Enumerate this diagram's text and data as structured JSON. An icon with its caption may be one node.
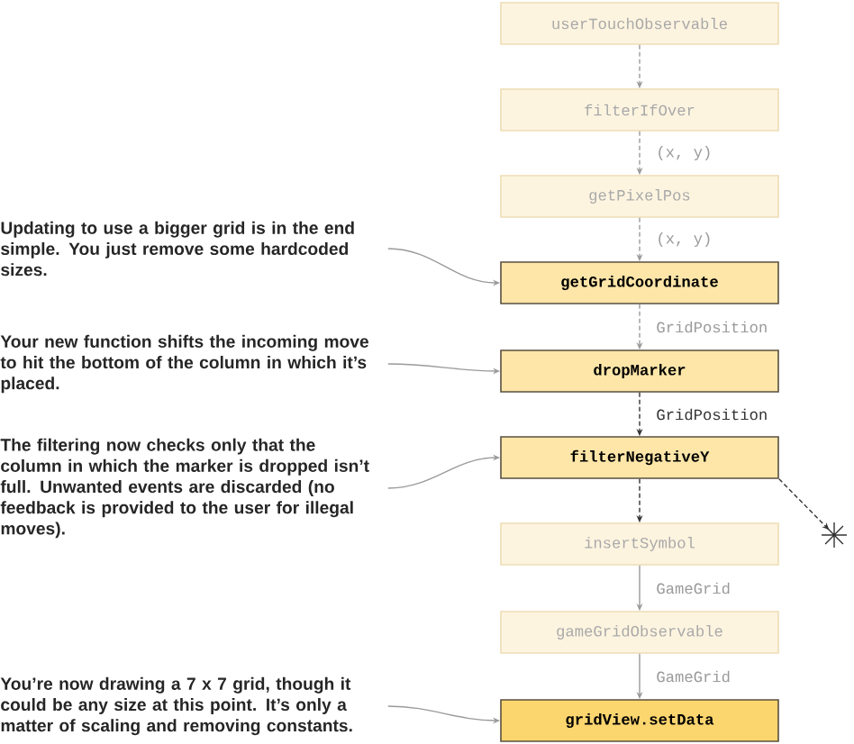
{
  "diagram": {
    "nodes": [
      {
        "text": [
          "userTouchObservable"
        ]
      },
      {
        "text": [
          "filterIfOver"
        ]
      },
      {
        "text": [
          "getPixelPos"
        ]
      },
      {
        "text": [
          "getGridCoordinate"
        ]
      },
      {
        "text": [
          "dropMarker"
        ]
      },
      {
        "text": [
          "filterNegativeY"
        ]
      },
      {
        "text": [
          "insertSymbol"
        ]
      },
      {
        "text": [
          "gameGridObservable"
        ]
      },
      {
        "text": [
          "gridView.setData"
        ]
      },
      {
        "text": [],
        "shape": "star"
      },
      {
        "text": [
          "Updating to use a bigger grid is in the end simple. You just remove some hardcoded sizes."
        ]
      },
      {
        "text": [
          "Your new function shifts the incoming move to hit the bottom of the column in which it’s placed."
        ]
      },
      {
        "text": [
          "The filtering now checks only that the column in which the marker is dropped isn’t full. Unwanted events are discarded (no feedback is provided to the user for illegal moves)."
        ]
      },
      {
        "text": [
          "You’re now drawing a 7 x 7 grid, though it could be any size at this point. It’s only a matter of scaling and removing constants."
        ]
      }
    ],
    "edges": [
      {
        "from": 0,
        "to": 1,
        "arrow": "to",
        "style": "dashed"
      },
      {
        "from": 1,
        "to": 2,
        "arrow": "to",
        "style": "dashed",
        "label": "(x, y)"
      },
      {
        "from": 2,
        "to": 3,
        "arrow": "to",
        "style": "dashed",
        "label": "(x, y)"
      },
      {
        "from": 3,
        "to": 4,
        "arrow": "to",
        "style": "dashed",
        "label": "GridPosition"
      },
      {
        "from": 4,
        "to": 5,
        "arrow": "to",
        "style": "dashed",
        "label": "GridPosition",
        "color": "#333333"
      },
      {
        "from": 5,
        "to": 6,
        "arrow": "to",
        "style": "dashed",
        "color": "#333333"
      },
      {
        "from": 5,
        "to": 9,
        "arrow": "to",
        "style": "dashed",
        "color": "#333333"
      },
      {
        "from": 6,
        "to": 7,
        "arrow": "to",
        "label": "GameGrid"
      },
      {
        "from": 7,
        "to": 8,
        "arrow": "to",
        "label": "GameGrid"
      },
      {
        "from": 10,
        "to": 3,
        "arrow": "to"
      },
      {
        "from": 11,
        "to": 4,
        "arrow": "to"
      },
      {
        "from": 12,
        "to": 5,
        "arrow": "to"
      },
      {
        "from": 13,
        "to": 8,
        "arrow": "to"
      }
    ]
  }
}
